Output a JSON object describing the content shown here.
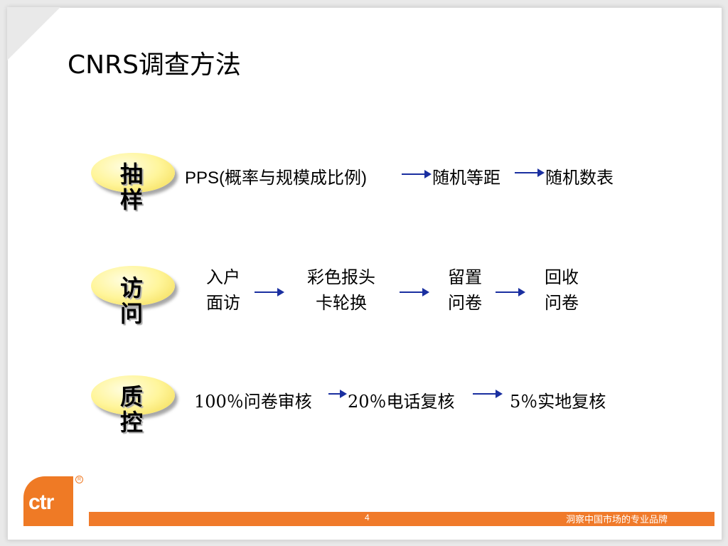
{
  "slide": {
    "title": "CNRS调查方法",
    "page_number": "4",
    "slogan": "洞察中国市场的专业品牌",
    "logo_text": "ctr",
    "logo_registered": "R"
  },
  "rows": [
    {
      "label": [
        "抽",
        "样"
      ],
      "steps": [
        "PPS(概率与规模成比例)",
        "随机等距",
        "随机数表"
      ]
    },
    {
      "label": [
        "访",
        "问"
      ],
      "steps": [
        {
          "line1": "入户",
          "line2": "面访"
        },
        {
          "line1": "彩色报头",
          "line2": "卡轮换"
        },
        {
          "line1": "留置",
          "line2": "问卷"
        },
        {
          "line1": "回收",
          "line2": "问卷"
        }
      ]
    },
    {
      "label": [
        "质",
        "控"
      ],
      "steps": [
        "100％问卷审核",
        "20％电话复核",
        "5％实地复核"
      ]
    }
  ],
  "colors": {
    "accent": "#f07a2a",
    "arrow": "#1a2fa0",
    "pill": "#fff59a"
  }
}
